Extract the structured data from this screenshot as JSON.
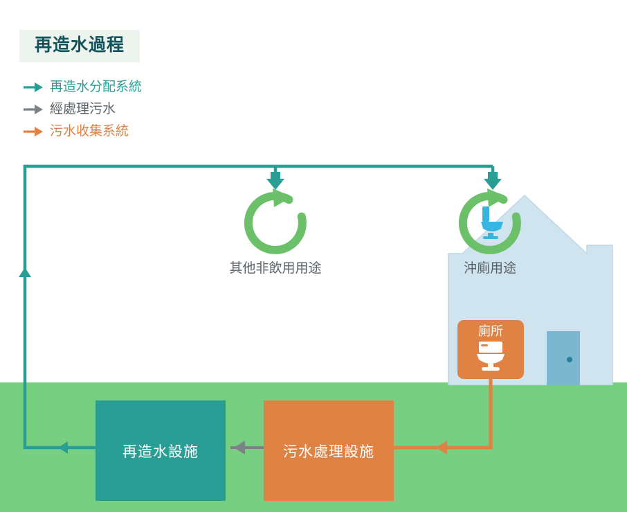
{
  "header": {
    "title": "再造水過程",
    "title_bg": "#edf3ed",
    "title_color": "#14525b"
  },
  "legend": {
    "items": [
      {
        "label": "再造水分配系統",
        "color": "#2a9d95",
        "icon": "arrow-right-icon"
      },
      {
        "label": "經處理污水",
        "color": "#7d8287",
        "icon": "arrow-right-icon"
      },
      {
        "label": "污水收集系統",
        "color": "#e08244",
        "icon": "arrow-right-icon"
      }
    ]
  },
  "diagram": {
    "ground_color": "#77cf82",
    "nodes": {
      "other_use": {
        "caption": "其他非飲用用途",
        "icon": "recycle-arrow-icon",
        "icon_color": "#6cc06a"
      },
      "toilet_use": {
        "caption": "沖廁用途",
        "icon": "recycle-toilet-icon",
        "icon_color": "#6cc06a",
        "toilet_color": "#35b5e0"
      },
      "house": {
        "name": "house",
        "wall_color": "#cfe4ee",
        "door_color": "#7cb7d0"
      },
      "toilet_sign": {
        "label": "廁所",
        "icon": "toilet-icon",
        "bg": "#e08244",
        "icon_color": "#ffffff"
      },
      "recycled_water_facility": {
        "label": "再造水設施",
        "color": "#2a9d95"
      },
      "sewage_treatment_facility": {
        "label": "污水處理設施",
        "color": "#e08244"
      }
    },
    "flows": [
      {
        "name": "recycled-water-distribution",
        "color": "#2a9d95",
        "from": "再造水設施",
        "to": "其他非飲用用途 / 沖廁用途"
      },
      {
        "name": "treated-sewage",
        "color": "#7d8287",
        "from": "污水處理設施",
        "to": "再造水設施"
      },
      {
        "name": "sewage-collection",
        "color": "#e08244",
        "from": "廁所",
        "to": "污水處理設施"
      }
    ]
  }
}
